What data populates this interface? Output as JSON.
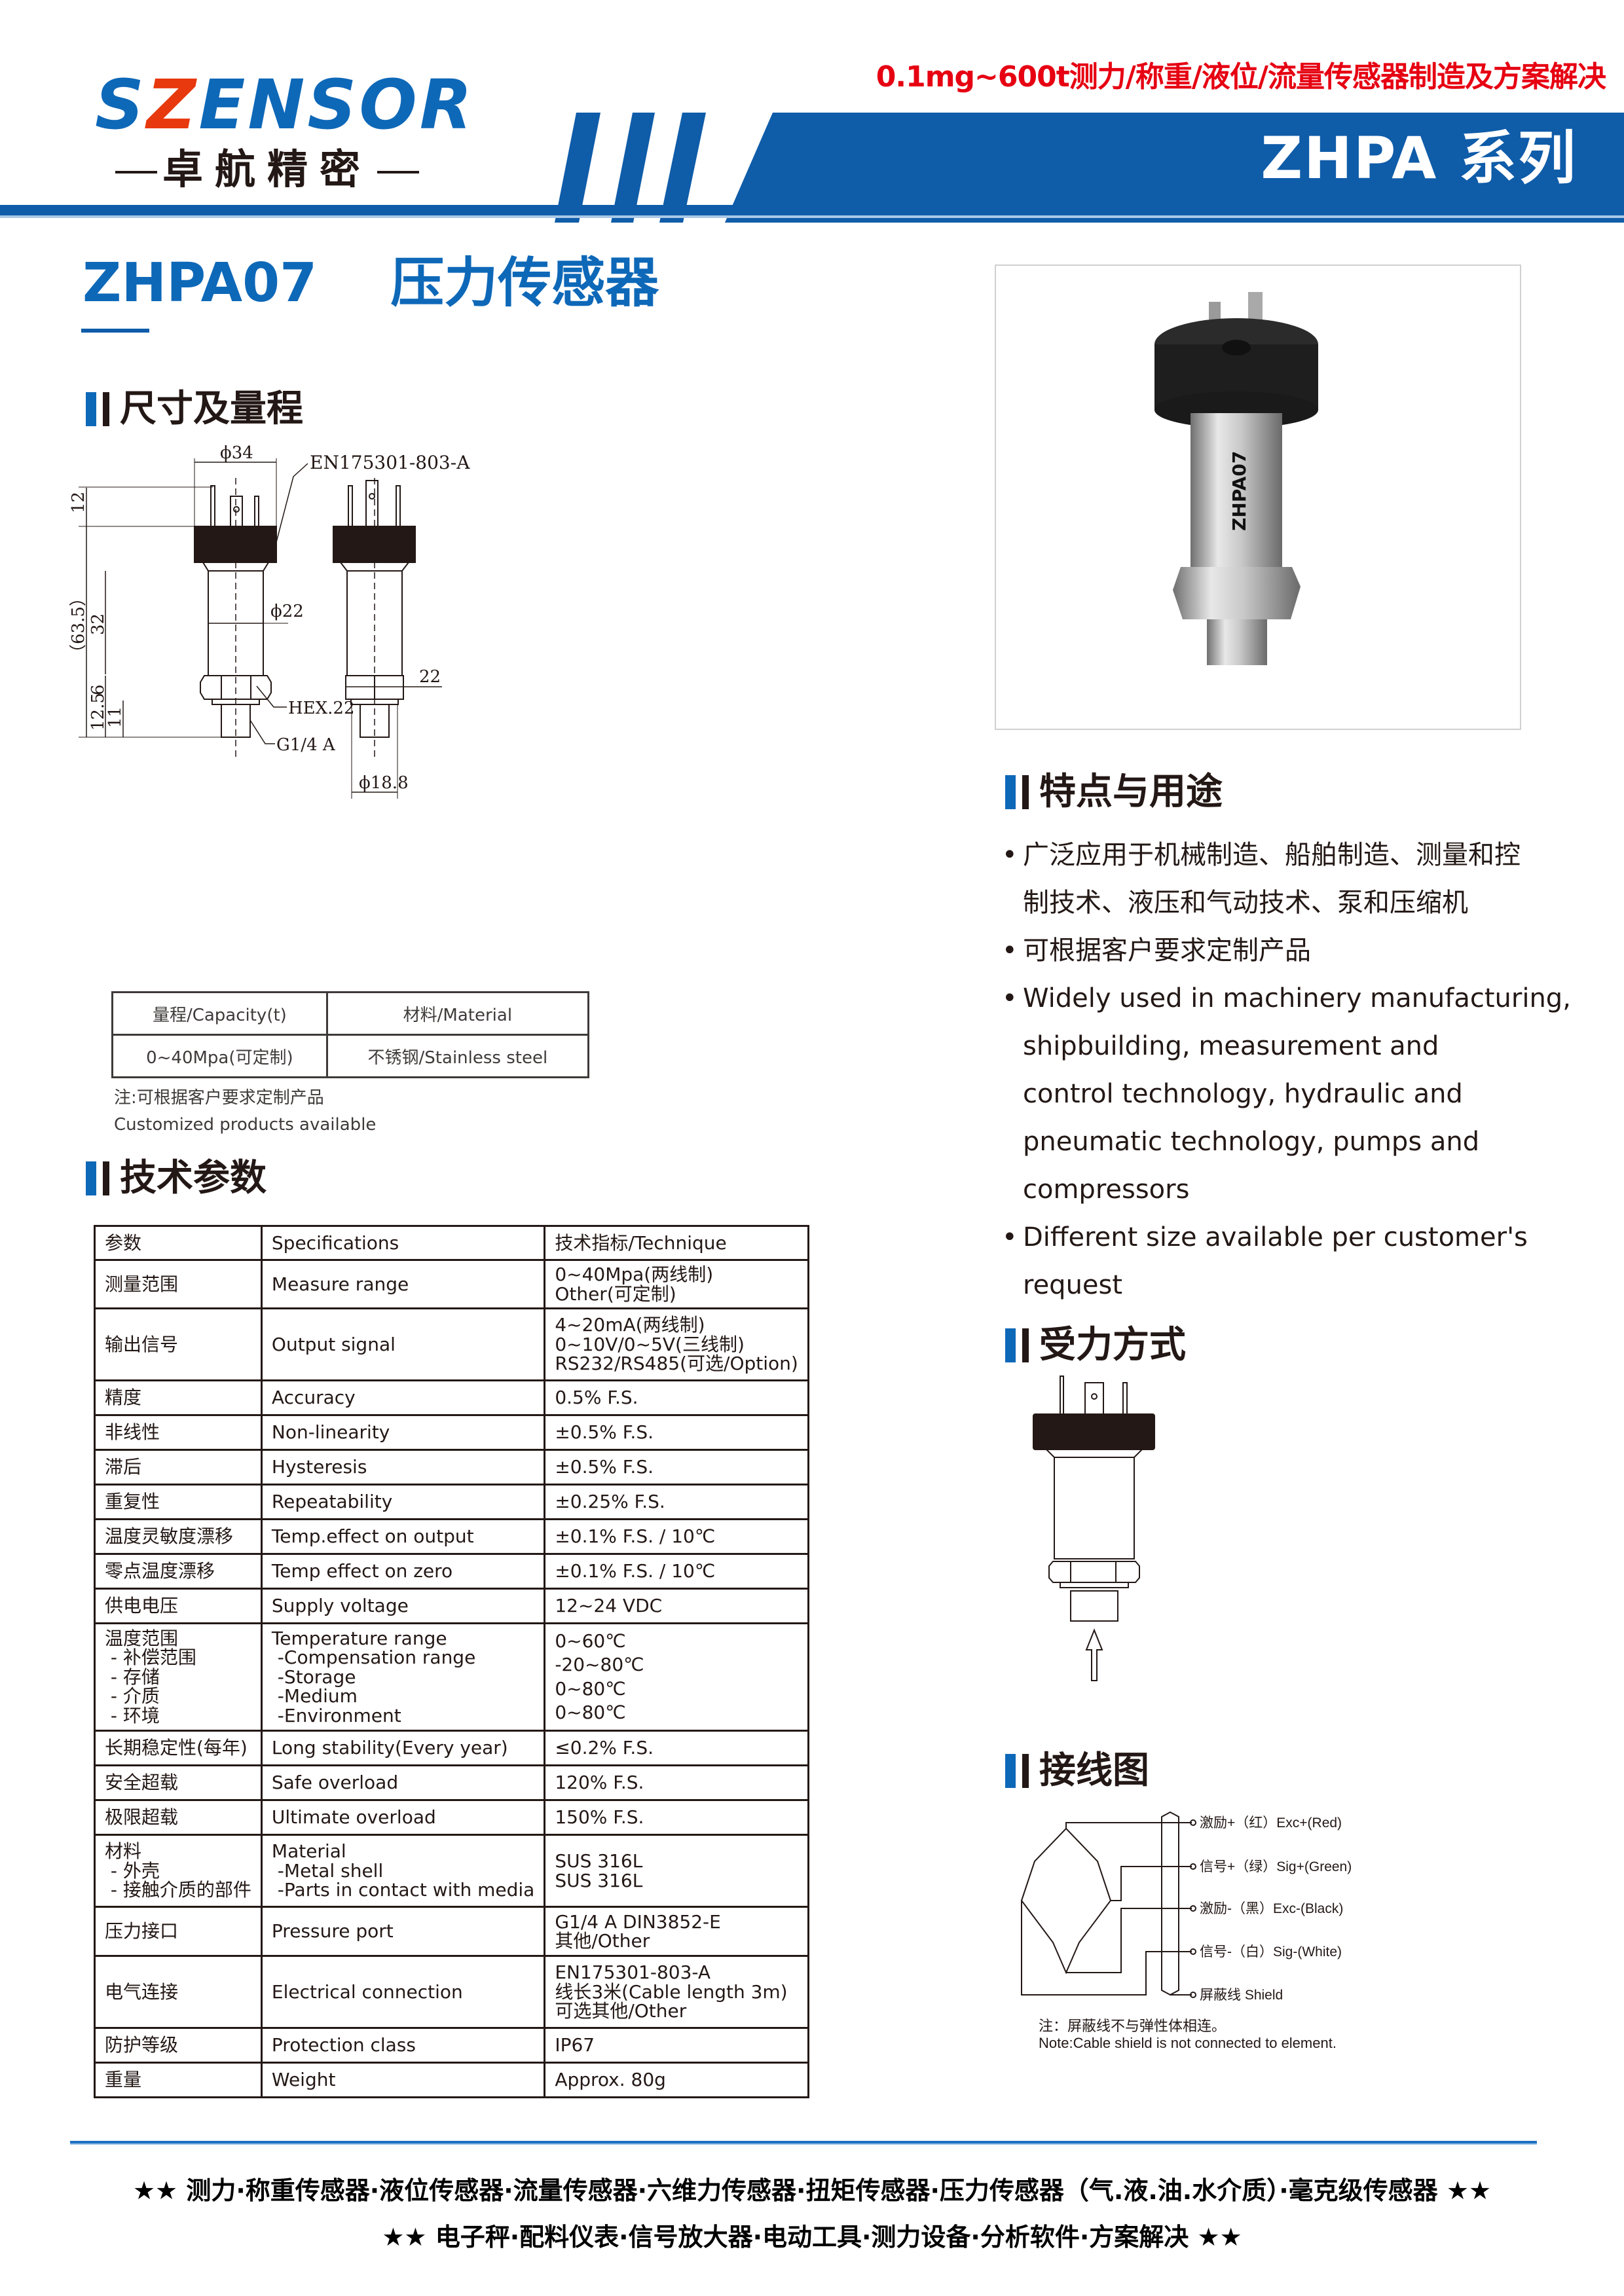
{
  "header": {
    "logo_text_s": "S",
    "logo_text_z": "Z",
    "logo_text_rest": "ENSOR",
    "logo_cn": "卓航精密",
    "tagline": "0.1mg~600t测力/称重/液位/流量传感器制造及方案解决",
    "series_title": "ZHPA 系列",
    "colors": {
      "brand_blue": "#0f5ca9",
      "accent_red": "#e60012",
      "logo_orange": "#e8380d"
    }
  },
  "product": {
    "model": "ZHPA07",
    "name": "压力传感器"
  },
  "sections": {
    "dimensions": "尺寸及量程",
    "tech_params": "技术参数",
    "features": "特点与用途",
    "force_mode": "受力方式",
    "wiring": "接线图"
  },
  "drawing": {
    "phi34": "ϕ34",
    "connector": "EN175301-803-A",
    "dim_12": "12",
    "dim_63_5": "（63.5）",
    "dim_32": "32",
    "phi22": "ϕ22",
    "dim_6": "6",
    "dim_12_5": "12.5",
    "dim_11": "11",
    "hex": "HEX.22",
    "thread": "G1/4  A",
    "side_22": "22",
    "phi18_8": "ϕ18.8"
  },
  "capacity_table": {
    "headers": [
      "量程/Capacity(t)",
      "材料/Material"
    ],
    "rows": [
      [
        "0~40Mpa(可定制)",
        "不锈钢/Stainless steel"
      ]
    ]
  },
  "capacity_note": {
    "cn": "注:可根据客户要求定制产品",
    "en": "Customized products available"
  },
  "spec_table": {
    "headers": [
      "参数",
      "Specifications",
      "技术指标/Technique"
    ],
    "rows": [
      [
        "测量范围",
        "Measure range",
        "0~40Mpa(两线制)\nOther(可定制)"
      ],
      [
        "输出信号",
        "Output signal",
        "4~20mA(两线制)\n0~10V/0~5V(三线制)\nRS232/RS485(可选/Option)"
      ],
      [
        "精度",
        "Accuracy",
        "0.5% F.S."
      ],
      [
        "非线性",
        "Non-linearity",
        "±0.5% F.S."
      ],
      [
        "滞后",
        "Hysteresis",
        "±0.5% F.S."
      ],
      [
        "重复性",
        "Repeatability",
        "±0.25% F.S."
      ],
      [
        "温度灵敏度漂移",
        "Temp.effect on output",
        "±0.1% F.S. / 10℃"
      ],
      [
        "零点温度漂移",
        "Temp effect on zero",
        "±0.1% F.S. / 10℃"
      ],
      [
        "供电电压",
        "Supply voltage",
        "12~24 VDC"
      ],
      [
        "温度范围\n - 补偿范围\n - 存储\n - 介质\n - 环境",
        "Temperature range\n -Compensation range\n -Storage\n -Medium\n -Environment",
        "0~60℃\n-20~80℃\n0~80℃\n0~80℃"
      ],
      [
        "长期稳定性(每年)",
        "Long stability(Every year)",
        "≤0.2% F.S."
      ],
      [
        "安全超载",
        "Safe overload",
        "120% F.S."
      ],
      [
        "极限超载",
        "Ultimate overload",
        "150% F.S."
      ],
      [
        "材料\n - 外壳\n - 接触介质的部件",
        "Material\n -Metal shell\n -Parts in contact with media",
        "SUS 316L\nSUS 316L"
      ],
      [
        "压力接口",
        "Pressure port",
        "G1/4 A DIN3852-E\n其他/Other"
      ],
      [
        "电气连接",
        "Electrical connection",
        "EN175301-803-A\n线长3米(Cable length 3m)\n可选其他/Other"
      ],
      [
        "防护等级",
        "Protection class",
        "IP67"
      ],
      [
        "重量",
        "Weight",
        "Approx. 80g"
      ]
    ]
  },
  "photo": {
    "label": "ZHPA07"
  },
  "features": {
    "lines": [
      {
        "bullet": true,
        "text": "广泛应用于机械制造、船舶制造、测量和控"
      },
      {
        "bullet": false,
        "text": "制技术、液压和气动技术、泵和压缩机"
      },
      {
        "bullet": true,
        "text": "可根据客户要求定制产品"
      },
      {
        "bullet": true,
        "text": "Widely used in machinery manufacturing,"
      },
      {
        "bullet": false,
        "text": "shipbuilding, measurement and"
      },
      {
        "bullet": false,
        "text": "control technology, hydraulic and"
      },
      {
        "bullet": false,
        "text": "pneumatic technology, pumps and"
      },
      {
        "bullet": false,
        "text": "compressors"
      },
      {
        "bullet": true,
        "text": "Different size available per customer's"
      },
      {
        "bullet": false,
        "text": "request"
      }
    ]
  },
  "wiring": {
    "labels": [
      "激励+（红）Exc+(Red)",
      "信号+（绿）Sig+(Green)",
      "激励-（黑）Exc-(Black)",
      "信号-（白）Sig-(White)",
      "屏蔽线  Shield"
    ],
    "note_cn": "注：屏蔽线不与弹性体相连。",
    "note_en": "Note:Cable shield is not connected to element."
  },
  "footer": {
    "line1": "★★ 测力·称重传感器·液位传感器·流量传感器·六维力传感器·扭矩传感器·压力传感器（气.液.油.水介质）·毫克级传感器 ★★",
    "line2": "★★ 电子秤·配料仪表·信号放大器·电动工具·测力设备·分析软件·方案解决 ★★"
  }
}
